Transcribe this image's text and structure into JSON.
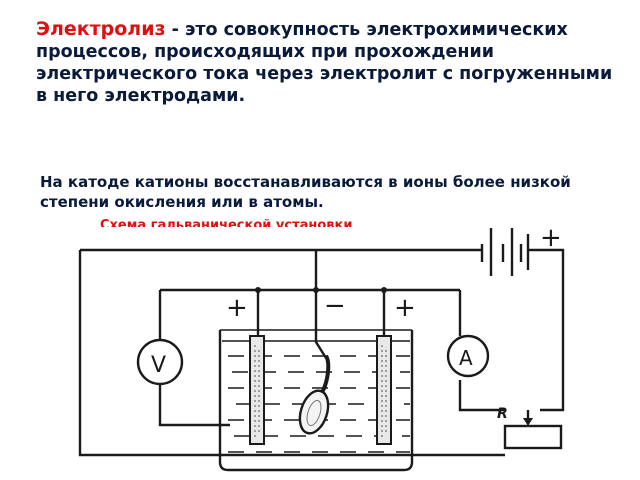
{
  "slide": {
    "definition": {
      "term": "Электролиз",
      "rest": " - это совокупность электрохимических процессов, происходящих при прохождении электрического тока через электролит с погруженными в него электродами",
      "end": "."
    },
    "cathode_note": "На катоде катионы восстанавливаются в ионы более низкой степени окисления или в атомы.",
    "scheme_caption": "Схема гальванической установки",
    "colors": {
      "term": "#e01010",
      "body_text": "#0a1a3a",
      "diagram": "#1a1a1a"
    }
  },
  "diagram": {
    "battery_plus": "+",
    "anode_left_sign": "+",
    "cathode_sign": "−",
    "anode_right_sign": "+",
    "voltmeter_label": "V",
    "ammeter_label": "A",
    "rheostat_label": "R"
  }
}
